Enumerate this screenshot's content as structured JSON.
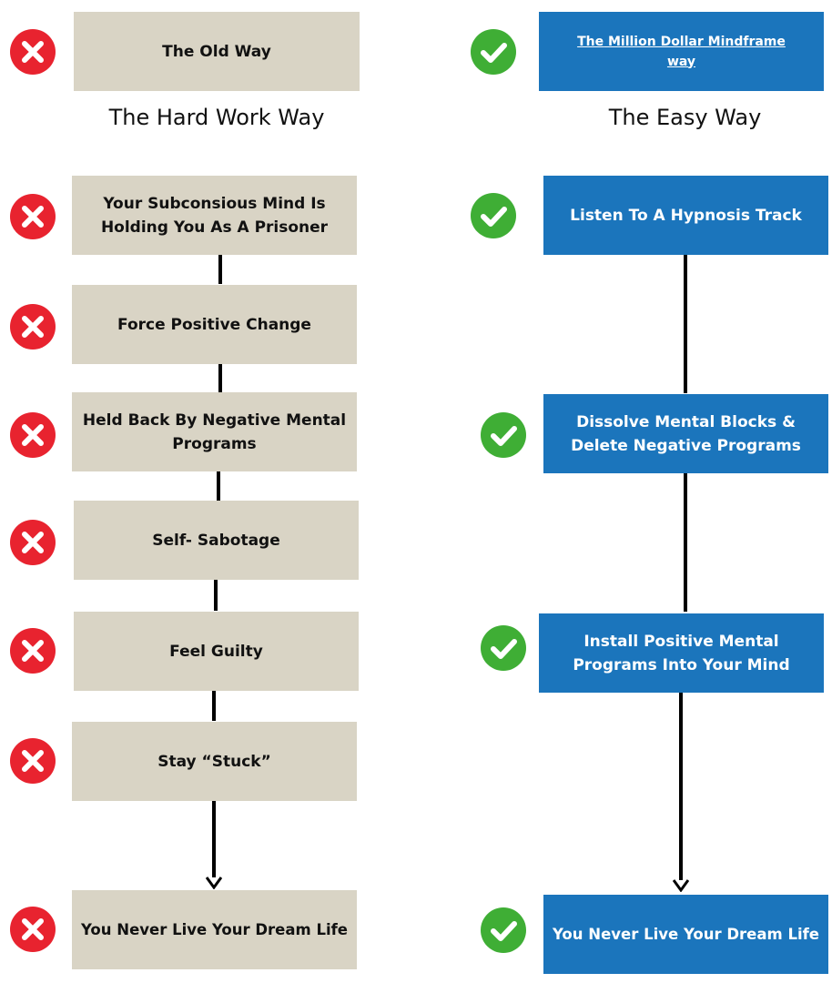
{
  "colors": {
    "old_box": "#d9d4c5",
    "new_box": "#1b75bc",
    "cross": "#e8232f",
    "check": "#3fae35"
  },
  "left": {
    "title_box": "The Old Way",
    "heading": "The Hard Work Way",
    "steps": [
      "Your Subconsious Mind Is Holding You As A Prisoner",
      "Force Positive Change",
      "Held Back By Negative Mental Programs",
      "Self- Sabotage",
      "Feel Guilty",
      "Stay “Stuck”",
      "You Never Live Your Dream Life"
    ],
    "icon": "x-circle-icon"
  },
  "right": {
    "title_box": {
      "prefix": "The",
      "link": " Million Dollar Mindframe",
      "suffix": "way"
    },
    "heading": "The Easy Way",
    "steps": [
      "Listen To A Hypnosis Track",
      "Dissolve Mental Blocks & Delete Negative Programs",
      "Install Positive Mental Programs Into Your Mind",
      "You Never Live Your Dream Life"
    ],
    "icon": "check-circle-icon"
  }
}
